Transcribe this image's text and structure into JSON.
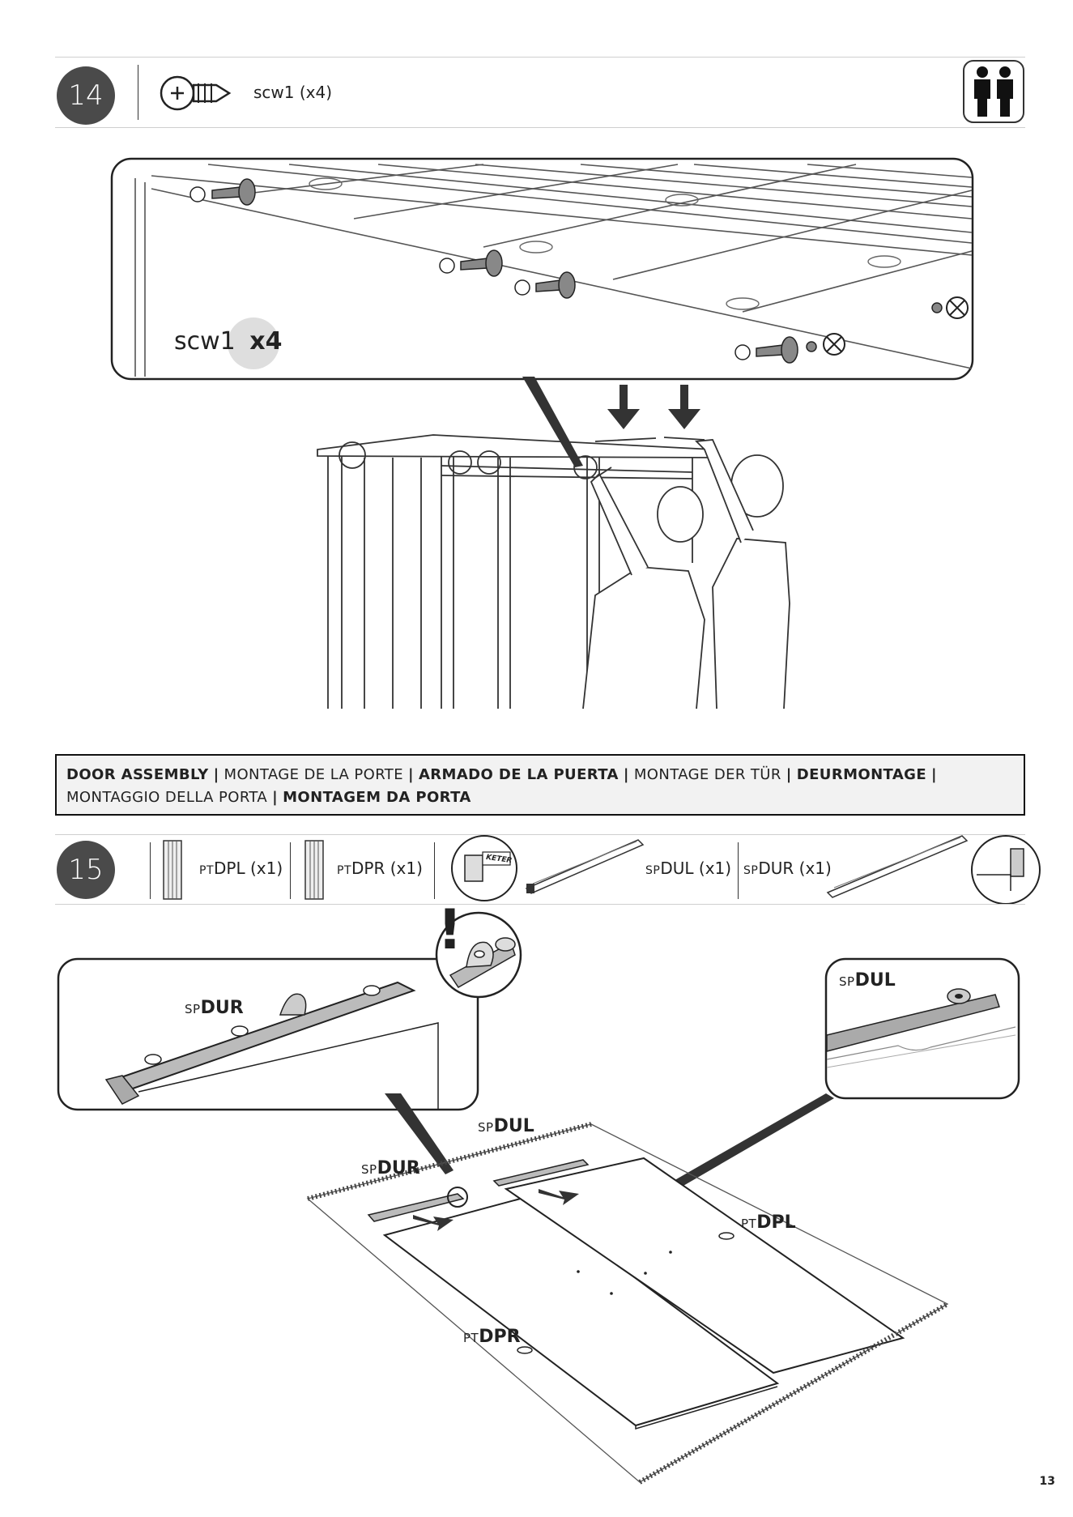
{
  "step14": {
    "number": "14",
    "part_label": "scw1 (x4)",
    "callout_code": "scw1",
    "callout_qty": "x4"
  },
  "section_title": {
    "items": [
      {
        "text": "DOOR ASSEMBLY",
        "bold": true
      },
      {
        "text": "MONTAGE DE LA PORTE",
        "bold": false
      },
      {
        "text": "ARMADO DE LA PUERTA",
        "bold": true
      },
      {
        "text": "MONTAGE DER TÜR",
        "bold": false
      },
      {
        "text": "DEURMONTAGE",
        "bold": true
      },
      {
        "text": "MONTAGGIO DELLA PORTA",
        "bold": false
      },
      {
        "text": "MONTAGEM DA PORTA",
        "bold": true
      }
    ],
    "separator": "|"
  },
  "step15": {
    "number": "15",
    "parts": [
      {
        "prefix": "PT",
        "code": "DPL",
        "qty": "(x1)"
      },
      {
        "prefix": "PT",
        "code": "DPR",
        "qty": "(x1)"
      },
      {
        "prefix": "SP",
        "code": "DUL",
        "qty": "(x1)"
      },
      {
        "prefix": "SP",
        "code": "DUR",
        "qty": "(x1)"
      }
    ],
    "brand_tag": "KETER",
    "callout_left": {
      "prefix": "SP",
      "code": "DUR"
    },
    "callout_right": {
      "prefix": "SP",
      "code": "DUL"
    },
    "diagram_labels": {
      "dul": {
        "prefix": "SP",
        "code": "DUL"
      },
      "dur": {
        "prefix": "SP",
        "code": "DUR"
      },
      "dpl": {
        "prefix": "PT",
        "code": "DPL"
      },
      "dpr": {
        "prefix": "PT",
        "code": "DPR"
      }
    },
    "warning_mark": "!"
  },
  "page_number": "13",
  "icons": {
    "screw": "screw-icon",
    "two_persons": "two-persons-icon",
    "arrow": "arrow-down-icon",
    "warning": "exclamation-icon"
  }
}
